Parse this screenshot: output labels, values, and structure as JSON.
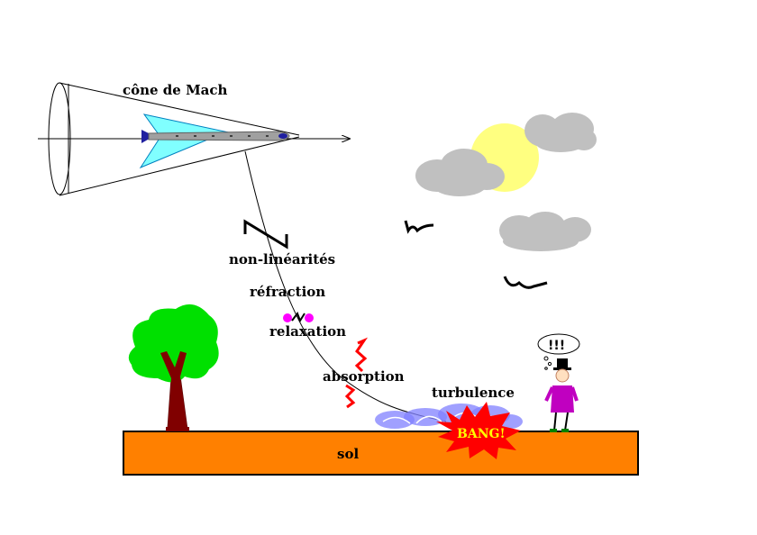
{
  "labels": {
    "mach_cone": "cône de Mach",
    "nonlinear": "non-linéarités",
    "refraction": "réfraction",
    "relaxation": "relaxation",
    "absorption": "absorption",
    "turbulence": "turbulence",
    "ground": "sol",
    "bang": "BANG!",
    "exclaim": "!!!"
  },
  "colors": {
    "ground": "#ff8000",
    "wing": "#80ffff",
    "sun": "#ffff80",
    "cloud": "#c0c0c0",
    "turbulence": "#8080ff",
    "burst": "#ff0000",
    "bang_text": "#ffff00",
    "person": "#c000c0",
    "tree_leaves": "#00e000",
    "tree_trunk": "#800000",
    "absorption_zigzag": "#ff0000",
    "relaxation_dots": "#ff00ff"
  }
}
